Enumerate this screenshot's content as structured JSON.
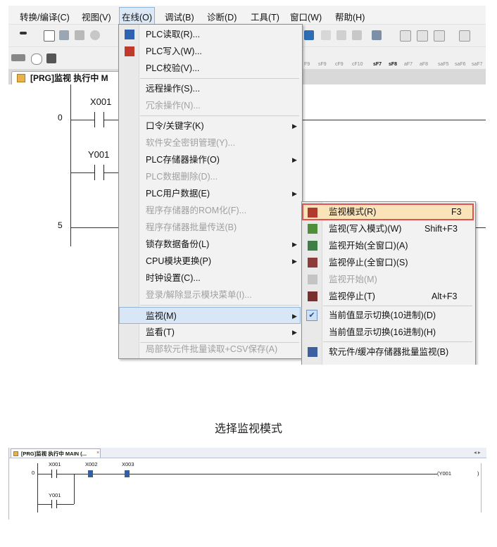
{
  "menubar": {
    "items": [
      "转换/编译(C)",
      "视图(V)",
      "在线(O)",
      "调试(B)",
      "诊断(D)",
      "工具(T)",
      "窗口(W)",
      "帮助(H)"
    ]
  },
  "toolbar": {
    "fkeys": [
      "F9",
      "sF9",
      "cF9",
      "cF10",
      "sF7",
      "sF8",
      "aF7",
      "aF8",
      "saF5",
      "saF6",
      "saF7"
    ]
  },
  "editor": {
    "tab_label": "[PRG]监视 执行中 M",
    "steps": [
      "0",
      "5"
    ],
    "devices": [
      "X001",
      "Y001"
    ]
  },
  "online_menu": {
    "items": [
      {
        "label": "PLC读取(R)...",
        "enabled": true
      },
      {
        "label": "PLC写入(W)...",
        "enabled": true
      },
      {
        "label": "PLC校验(V)...",
        "enabled": true
      },
      {
        "label": "远程操作(S)...",
        "enabled": true
      },
      {
        "label": "冗余操作(N)...",
        "enabled": false
      },
      {
        "label": "口令/关键字(K)",
        "enabled": true
      },
      {
        "label": "软件安全密钥管理(Y)...",
        "enabled": false
      },
      {
        "label": "PLC存储器操作(O)",
        "enabled": true
      },
      {
        "label": "PLC数据删除(D)...",
        "enabled": false
      },
      {
        "label": "PLC用户数据(E)",
        "enabled": true
      },
      {
        "label": "程序存储器的ROM化(F)...",
        "enabled": false
      },
      {
        "label": "程序存储器批量传送(B)",
        "enabled": false
      },
      {
        "label": "锁存数据备份(L)",
        "enabled": true
      },
      {
        "label": "CPU模块更换(P)",
        "enabled": true
      },
      {
        "label": "时钟设置(C)...",
        "enabled": true
      },
      {
        "label": "登录/解除显示模块菜单(I)...",
        "enabled": false
      },
      {
        "label": "监视(M)",
        "enabled": true
      },
      {
        "label": "监看(T)",
        "enabled": true
      },
      {
        "label": "局部软元件批量读取+CSV保存(A)",
        "enabled": false
      }
    ]
  },
  "monitor_submenu": {
    "items": [
      {
        "label": "监视模式(R)",
        "shortcut": "F3",
        "enabled": true
      },
      {
        "label": "监视(写入模式)(W)",
        "shortcut": "Shift+F3",
        "enabled": true
      },
      {
        "label": "监视开始(全窗口)(A)",
        "shortcut": "",
        "enabled": true
      },
      {
        "label": "监视停止(全窗口)(S)",
        "shortcut": "",
        "enabled": true
      },
      {
        "label": "监视开始(M)",
        "shortcut": "",
        "enabled": false
      },
      {
        "label": "监视停止(T)",
        "shortcut": "Alt+F3",
        "enabled": true
      },
      {
        "label": "当前值显示切换(10进制)(D)",
        "shortcut": "",
        "enabled": true
      },
      {
        "label": "当前值显示切换(16进制)(H)",
        "shortcut": "",
        "enabled": true
      },
      {
        "label": "软元件/缓冲存储器批量监视(B)",
        "shortcut": "",
        "enabled": true
      }
    ]
  },
  "caption": "选择监视模式",
  "monitor_view": {
    "tab_label": "[PRG]监视 执行中 MAIN (...",
    "close": "×",
    "scroll": "◂ ▸",
    "step": "0",
    "devices": [
      "X001",
      "X002",
      "X003",
      "Y001"
    ],
    "coil": "(Y001",
    "coil_end": ")"
  },
  "colors": {
    "menu_highlight": "#d9e6f5",
    "selected_item_fill": "#fbe3b9",
    "selected_item_border": "#e05252",
    "monitor_on": "#2f5fa8"
  }
}
